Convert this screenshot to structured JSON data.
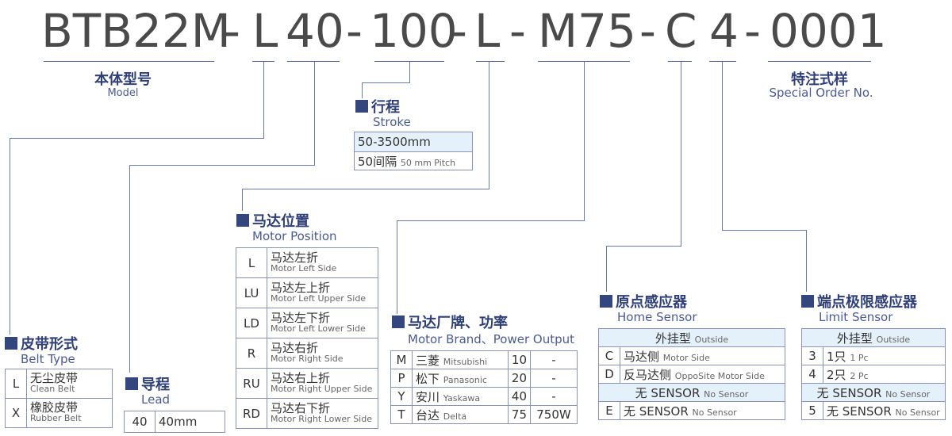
{
  "code_parts": [
    "BTB22M",
    "-",
    "L",
    "40",
    "-",
    "100",
    "-",
    "L",
    "-",
    "M75",
    "-",
    "C",
    "4",
    "-",
    "0001"
  ],
  "model": {
    "zh": "本体型号",
    "en": "Model"
  },
  "special": {
    "zh": "特注式样",
    "en": "Special Order No."
  },
  "stroke": {
    "zh": "行程",
    "en": "Stroke",
    "range": "50-3500mm",
    "pitch_main": "50间隔",
    "pitch_sub": "50 mm Pitch"
  },
  "belt": {
    "zh": "皮带形式",
    "en": "Belt Type",
    "rows": [
      {
        "code": "L",
        "zh": "无尘皮带",
        "en": "Clean Belt"
      },
      {
        "code": "X",
        "zh": "橡胶皮带",
        "en": "Rubber Belt"
      }
    ]
  },
  "lead": {
    "zh": "导程",
    "en": "Lead",
    "code": "40",
    "value": "40mm"
  },
  "motor_pos": {
    "zh": "马达位置",
    "en": "Motor Position",
    "rows": [
      {
        "code": "L",
        "zh": "马达左折",
        "en": "Motor Left Side"
      },
      {
        "code": "LU",
        "zh": "马达左上折",
        "en": "Motor Left Upper Side"
      },
      {
        "code": "LD",
        "zh": "马达左下折",
        "en": "Motor Left Lower Side"
      },
      {
        "code": "R",
        "zh": "马达右折",
        "en": "Motor Right Side"
      },
      {
        "code": "RU",
        "zh": "马达右上折",
        "en": "Motor Right Upper Side"
      },
      {
        "code": "RD",
        "zh": "马达右下折",
        "en": "Motor Right Lower Side"
      }
    ]
  },
  "motor_brand": {
    "zh": "马达厂牌、功率",
    "en": "Motor Brand、Power Output",
    "rows": [
      {
        "code": "M",
        "zh": "三菱",
        "en": "Mitsubishi",
        "num": "10",
        "power": "-"
      },
      {
        "code": "P",
        "zh": "松下",
        "en": "Panasonic",
        "num": "20",
        "power": "-"
      },
      {
        "code": "Y",
        "zh": "安川",
        "en": "Yaskawa",
        "num": "40",
        "power": "-"
      },
      {
        "code": "T",
        "zh": "台达",
        "en": "Delta",
        "num": "75",
        "power": "750W"
      }
    ]
  },
  "home": {
    "zh": "原点感应器",
    "en": "Home Sensor",
    "header_zh": "外挂型",
    "header_en": "Outside",
    "rows": [
      {
        "code": "C",
        "zh": "马达侧",
        "en": "Motor Side"
      },
      {
        "code": "D",
        "zh": "反马达侧",
        "en": "OppoSite Motor Side"
      }
    ],
    "none_zh": "无 SENSOR",
    "none_en": "No Sensor",
    "last": {
      "code": "E",
      "zh": "无 SENSOR",
      "en": "No Sensor"
    }
  },
  "limit": {
    "zh": "端点极限感应器",
    "en": "Limit Sensor",
    "header_zh": "外挂型",
    "header_en": "Outside",
    "rows": [
      {
        "code": "3",
        "zh": "1只",
        "en": "1 Pc"
      },
      {
        "code": "4",
        "zh": "2只",
        "en": "2 Pc"
      }
    ],
    "none_zh": "无 SENSOR",
    "none_en": "No Sensor",
    "last": {
      "code": "5",
      "zh": "无 SENSOR",
      "en": "No Sensor"
    }
  },
  "colors": {
    "accent": "#34467e",
    "line": "#6a7aa8",
    "highlight": "#e4f1fb"
  }
}
